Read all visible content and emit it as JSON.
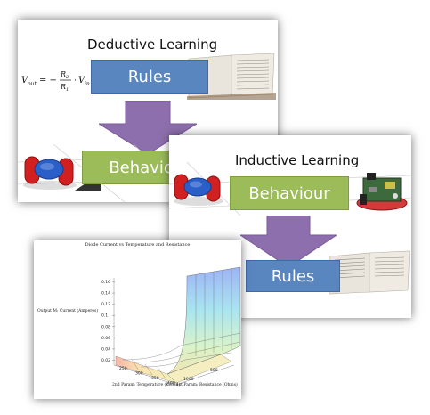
{
  "deductive": {
    "title": "Deductive Learning",
    "rules_label": "Rules",
    "behaviour_label": "Behaviour"
  },
  "inductive": {
    "title": "Inductive Learning",
    "behaviour_label": "Behaviour",
    "rules_label": "Rules"
  },
  "plot": {
    "title": "Diode Current vs Temperature and Resistance",
    "zlabel": "Output M: Current (Amperes)",
    "ylabel": "2nd Param: Temperature (Kelvin)",
    "xlabel": "1st Param: Resistance (Ohms)",
    "z_ticks": [
      "0.16",
      "0.14",
      "0.12",
      "0.1",
      "0.08",
      "0.06",
      "0.04",
      "0.02"
    ],
    "y_ticks": [
      "250",
      "300",
      "350",
      "400"
    ],
    "x_ticks": [
      "1000",
      "500"
    ]
  },
  "colors": {
    "arrow": "#8e6fad",
    "rules_box": "#5a86c0",
    "behaviour_box": "#9bbc59"
  },
  "chart_data": {
    "type": "surface",
    "title": "Diode Current vs Temperature and Resistance",
    "zlabel": "Output M: Current (Amperes)",
    "ylabel": "2nd Param: Temperature (Kelvin)",
    "xlabel": "1st Param: Resistance (Ohms)",
    "zlim": [
      0.02,
      0.16
    ],
    "z_ticks": [
      0.16,
      0.14,
      0.12,
      0.1,
      0.08,
      0.06,
      0.04,
      0.02
    ],
    "y_ticks": [
      250,
      300,
      350,
      400
    ],
    "x_ticks": [
      1000,
      500
    ]
  }
}
